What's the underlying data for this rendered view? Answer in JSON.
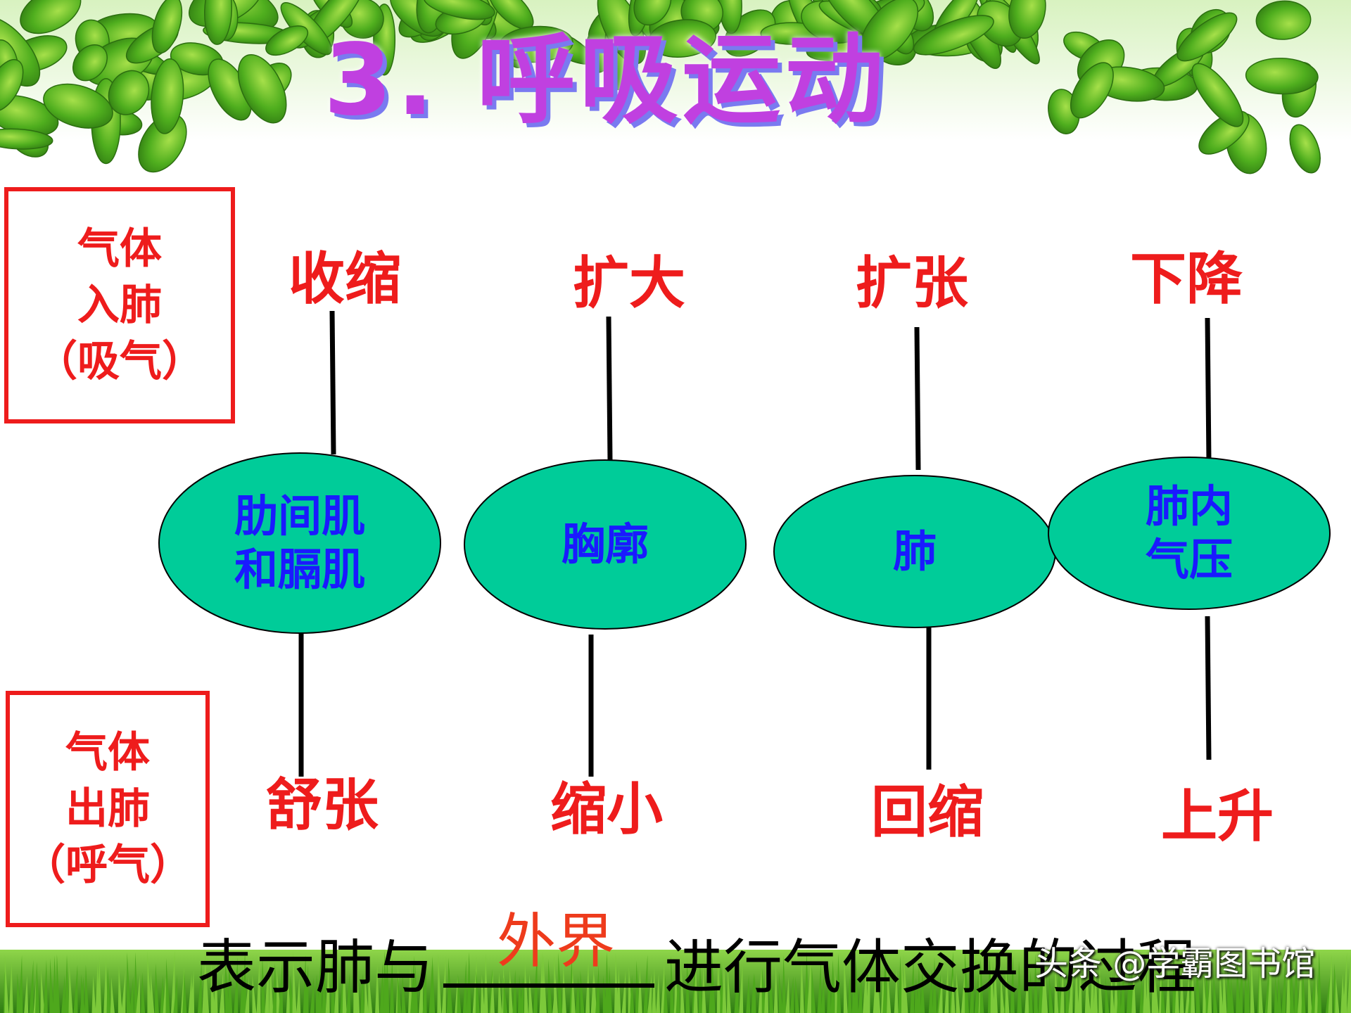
{
  "title": "3. 呼吸运动",
  "inhale_label": [
    "气体",
    "入肺",
    "（吸气）"
  ],
  "exhale_label": [
    "气体",
    "出肺",
    "（呼气）"
  ],
  "nodes": [
    {
      "name": "肋间肌和膈肌",
      "lines": [
        "肋间肌",
        "和膈肌"
      ],
      "inhale_state": "收缩",
      "exhale_state": "舒张"
    },
    {
      "name": "胸廓",
      "lines": [
        "胸廓"
      ],
      "inhale_state": "扩大",
      "exhale_state": "缩小"
    },
    {
      "name": "肺",
      "lines": [
        "肺"
      ],
      "inhale_state": "扩张",
      "exhale_state": "回缩"
    },
    {
      "name": "肺内气压",
      "lines": [
        "肺内",
        "气压"
      ],
      "inhale_state": "下降",
      "exhale_state": "上升"
    }
  ],
  "caption": {
    "prefix": "表示肺与",
    "suffix": "进行气体交换的过程",
    "answer": "外界"
  },
  "watermark": "头条 @学霸图书馆",
  "colors": {
    "node_fill": "#00cc99",
    "node_text": "#1a1aff",
    "state_text": "#ee1c1c",
    "title": "#c040e0",
    "box_border": "#ee1c1c"
  }
}
